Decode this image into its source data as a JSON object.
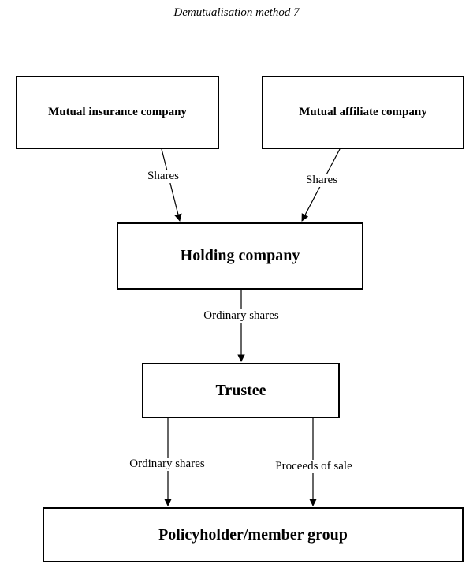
{
  "title": "Demutualisation method 7",
  "nodes": {
    "mutual_insurance": "Mutual insurance company",
    "mutual_affiliate": "Mutual affiliate company",
    "holding": "Holding company",
    "trustee": "Trustee",
    "policyholder": "Policyholder/member group"
  },
  "edges": {
    "shares_left": "Shares",
    "shares_right": "Shares",
    "holding_to_trustee": "Ordinary shares",
    "trustee_ordinary": "Ordinary shares",
    "trustee_proceeds": "Proceeds of sale"
  }
}
